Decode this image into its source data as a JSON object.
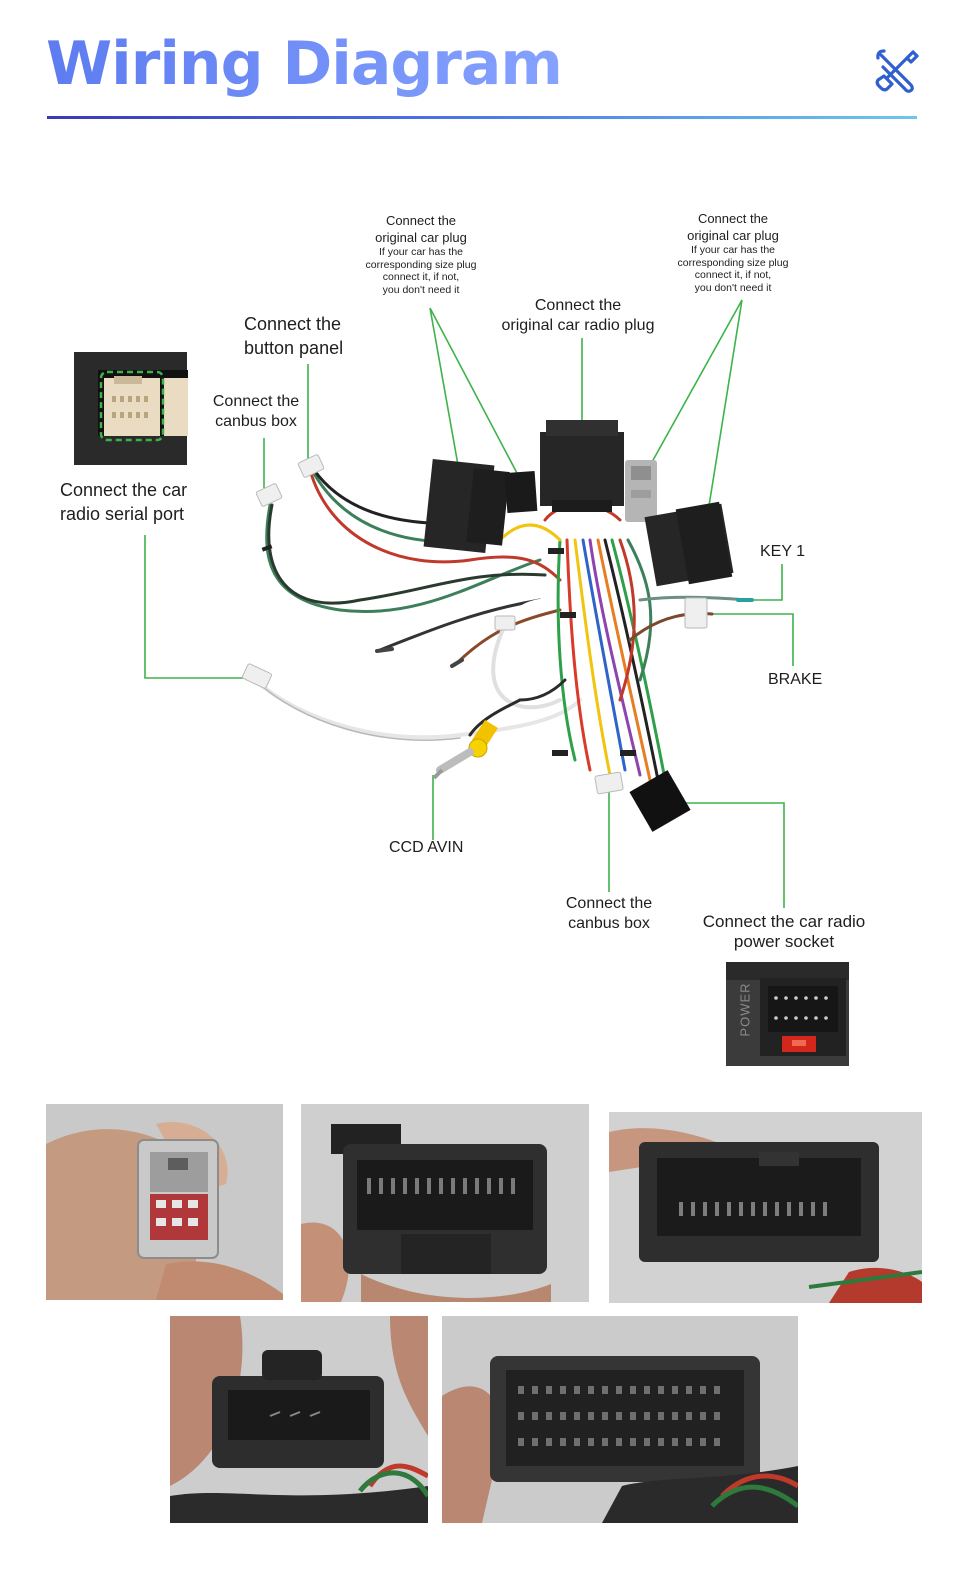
{
  "header": {
    "title": "Wiring Diagram",
    "icon": "tools-icon"
  },
  "colors": {
    "title_gradient_start": "#5d7cf0",
    "title_gradient_end": "#86a2ff",
    "rule_start": "#3b38b8",
    "rule_end": "#6cc7ec",
    "callout_line": "#3db34a",
    "icon": "#2f5fd0"
  },
  "diagram": {
    "labels": {
      "original_plug_left": {
        "line1": "Connect the",
        "line2": "original car plug",
        "note1": "If your car has the",
        "note2": "corresponding size plug",
        "note3": "connect it, if not,",
        "note4": "you don't need it"
      },
      "original_plug_right": {
        "line1": "Connect the",
        "line2": "original car plug",
        "note1": "If your car has the",
        "note2": "corresponding size plug",
        "note3": "connect it, if not,",
        "note4": "you don't need it"
      },
      "radio_plug": {
        "line1": "Connect the",
        "line2": "original car radio plug"
      },
      "button_panel": {
        "line1": "Connect the",
        "line2": "button panel"
      },
      "canbus_top": {
        "line1": "Connect the",
        "line2": "canbus box"
      },
      "serial_port": {
        "line1": "Connect the car",
        "line2": "radio  serial port"
      },
      "key1": "KEY 1",
      "brake": "BRAKE",
      "ccd_avin": "CCD AVIN",
      "canbus_bottom": {
        "line1": "Connect the",
        "line2": "canbus box"
      },
      "power_socket": {
        "line1": "Connect the car radio",
        "line2": "power socket"
      },
      "power_socket_print": "POWER"
    }
  },
  "photos": [
    {
      "name": "grey-plug-photo"
    },
    {
      "name": "black-24pin-plug-photo"
    },
    {
      "name": "black-20pin-plug-photo"
    },
    {
      "name": "small-black-plug-photo"
    },
    {
      "name": "large-black-plug-photo"
    }
  ]
}
